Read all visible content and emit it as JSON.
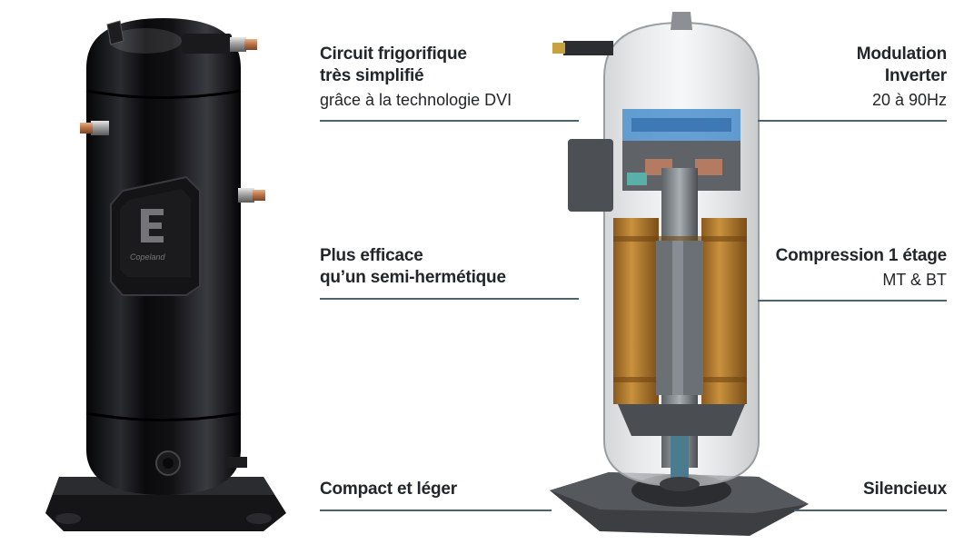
{
  "features": {
    "circuit": {
      "title_line1": "Circuit frigorifique",
      "title_line2": "très simplifié",
      "subtitle": "grâce à la technologie DVI"
    },
    "efficiency": {
      "title_line1": "Plus efficace",
      "title_line2": "qu’un semi-hermétique"
    },
    "compact": {
      "title_line1": "Compact et léger"
    },
    "modulation": {
      "title_line1": "Modulation",
      "title_line2": "Inverter",
      "subtitle": "20 à 90Hz"
    },
    "compression": {
      "title_line1": "Compression 1 étage",
      "subtitle": "MT & BT"
    },
    "silent": {
      "title_line1": "Silencieux"
    }
  },
  "product": {
    "logo_text": "Copeland"
  },
  "colors": {
    "text": "#22262a",
    "rule": "#4b6270",
    "shell": "#0d0d0f",
    "copper": "#c9845a",
    "stator": "#b87a2a",
    "scroll_blue": "#4b8fcc"
  }
}
